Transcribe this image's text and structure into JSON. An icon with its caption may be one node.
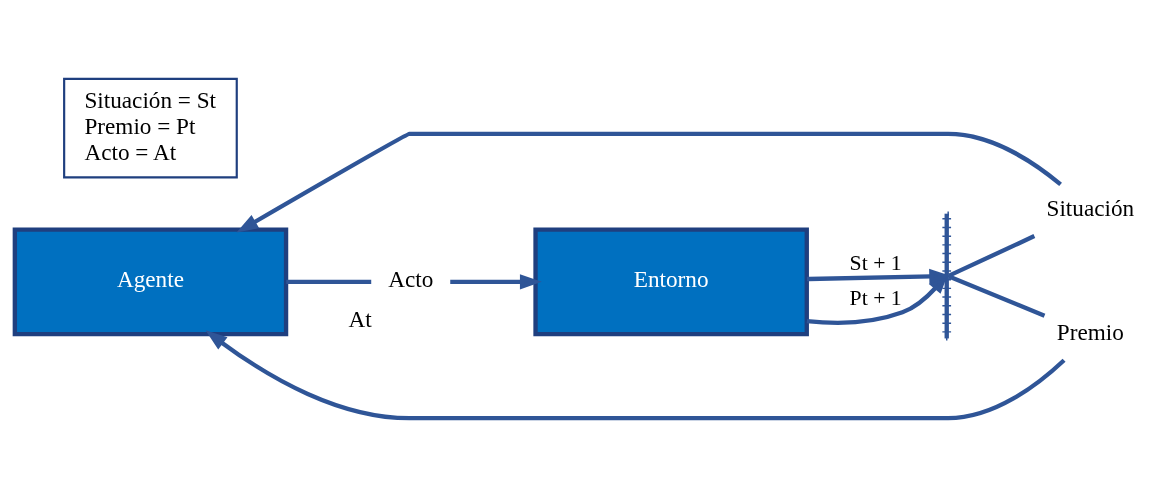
{
  "diagram": {
    "nodes": [
      {
        "text": [
          "Agente"
        ]
      },
      {
        "text": [
          "Situación"
        ]
      },
      {
        "text": [
          "Premio"
        ]
      },
      {
        "text": [
          "Acto"
        ],
        "beside": [
          "At"
        ]
      },
      {
        "text": [],
        "shape": "bar"
      },
      {
        "text": [
          "Entorno"
        ]
      },
      {
        "text": [
          "Situación = St",
          "Premio = Pt",
          "Acto = At"
        ]
      }
    ],
    "edges": [
      {
        "from": 1,
        "to": 0,
        "arrow": "to"
      },
      {
        "from": 2,
        "to": 0,
        "arrow": "to"
      },
      {
        "from": 0,
        "to": 3,
        "arrow": "none"
      },
      {
        "from": 3,
        "to": 5,
        "arrow": "to"
      },
      {
        "from": 5,
        "to": 4,
        "arrow": "to",
        "label": "Pt + 1"
      },
      {
        "from": 5,
        "to": 4,
        "arrow": "to",
        "label": "St + 1"
      },
      {
        "from": 4,
        "to": 2,
        "arrow": "none"
      },
      {
        "from": 4,
        "to": 1,
        "arrow": "none"
      }
    ]
  }
}
